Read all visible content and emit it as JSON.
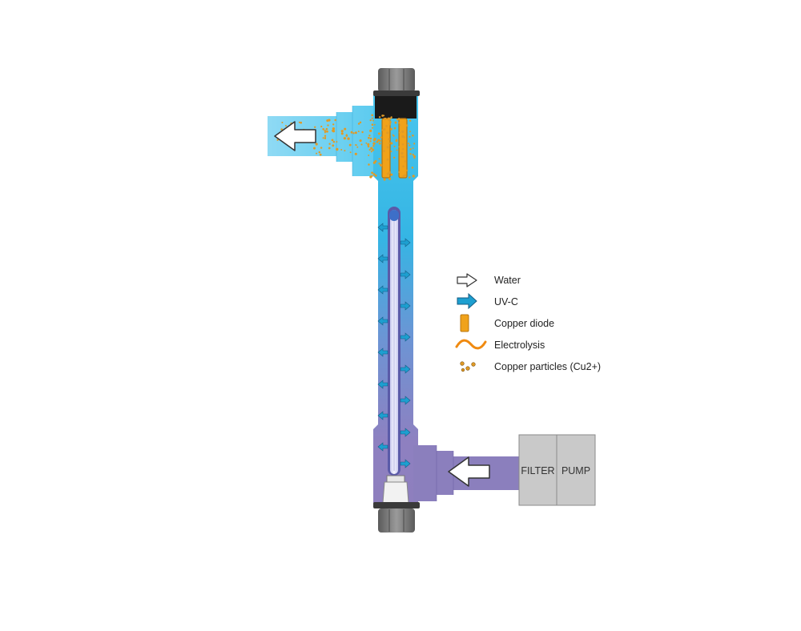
{
  "boxes": {
    "filter": "FILTER",
    "pump": "PUMP"
  },
  "legend": {
    "water": "Water",
    "uvc": "UV-C",
    "copper_diode": "Copper diode",
    "electrolysis": "Electrolysis",
    "copper_particles": "Copper particles (Cu2+)"
  },
  "colors": {
    "water_top": "#3cbfe8",
    "water_bottom": "#8c7fc0",
    "uv_arrow": "#1d9fd0",
    "copper": "#f0a21a",
    "copper_particle": "#e09a26",
    "box_fill": "#c8c8c8",
    "cap": "#7d7d7d"
  },
  "icons": {
    "water": "white-arrow-icon",
    "uvc": "blue-arrow-icon",
    "copper_diode": "orange-bar-icon",
    "electrolysis": "orange-wave-icon",
    "copper_particles": "orange-dots-icon"
  }
}
